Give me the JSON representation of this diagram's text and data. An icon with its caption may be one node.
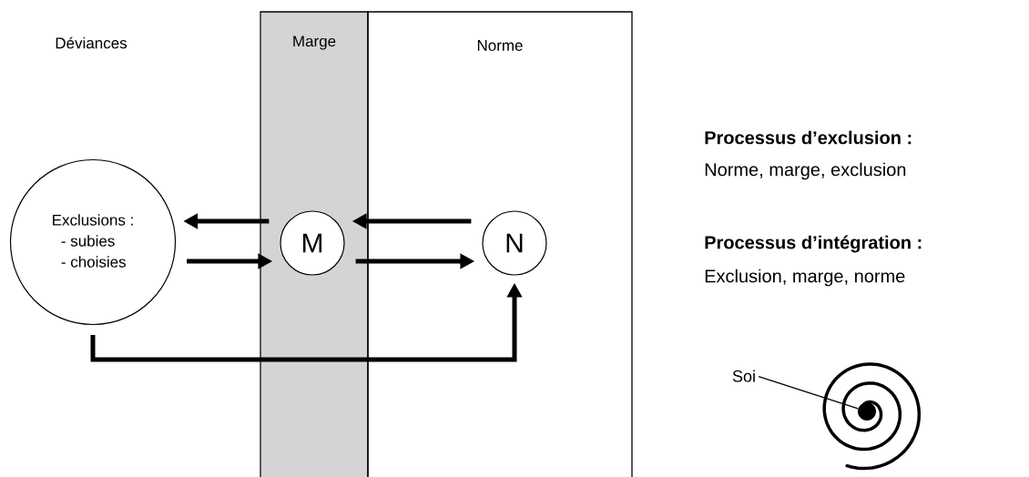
{
  "diagram": {
    "nodes": [
      {
        "text": [
          "Marge"
        ]
      },
      {
        "text": [
          "Norme"
        ]
      },
      {
        "text": [
          "Exclusions :",
          "- subies",
          "- choisies"
        ]
      },
      {
        "text": [
          "M"
        ],
        "in": 0
      },
      {
        "text": [
          "N"
        ],
        "in": 1
      },
      {
        "text": [
          "Soi"
        ]
      },
      {
        "text": [],
        "shape": "circle"
      }
    ],
    "edges": [
      {
        "from": 3,
        "to": 2,
        "arrow": "to"
      },
      {
        "from": 2,
        "to": 3,
        "arrow": "to"
      },
      {
        "from": 4,
        "to": 3,
        "arrow": "to"
      },
      {
        "from": 3,
        "to": 4,
        "arrow": "to"
      },
      {
        "from": 2,
        "to": 4,
        "arrow": "to"
      },
      {
        "from": 5,
        "to": 6,
        "arrow": "none"
      }
    ],
    "labels": [
      "Déviances",
      "Processus d’exclusion :",
      "Norme, marge, exclusion",
      "Processus d’intégration :",
      "Exclusion, marge, norme"
    ]
  }
}
